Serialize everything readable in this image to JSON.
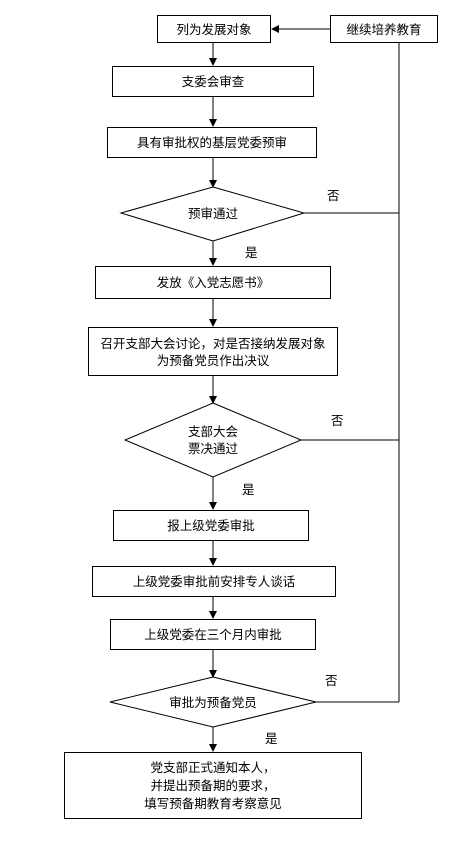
{
  "nodes": {
    "n1": "列为发展对象",
    "n_continue": "继续培养教育",
    "n2": "支委会审查",
    "n3": "具有审批权的基层党委预审",
    "d1": "预审通过",
    "n4": "发放《入党志愿书》",
    "n5": "召开支部大会讨论，对是否接纳发展对象为预备党员作出决议",
    "d2": "支部大会\n票决通过",
    "n6": "报上级党委审批",
    "n7": "上级党委审批前安排专人谈话",
    "n8": "上级党委在三个月内审批",
    "d3": "审批为预备党员",
    "n9": "党支部正式通知本人，\n并提出预备期的要求，\n填写预备期教育考察意见"
  },
  "labels": {
    "yes": "是",
    "no": "否"
  }
}
